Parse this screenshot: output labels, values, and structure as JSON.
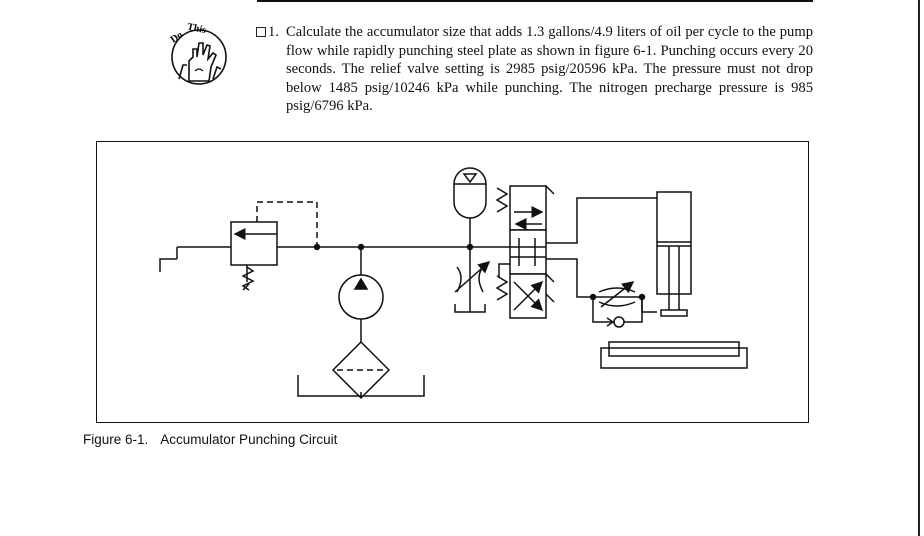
{
  "task": {
    "number": "1.",
    "text": "Calculate the accumulator size that adds 1.3 gallons/4.9 liters of oil per cycle to the pump flow while rapidly punching steel plate as shown in figure 6-1. Punching occurs every 20 seconds. The relief valve setting is 2985 psig/20596 kPa. The pressure must not drop below 1485 psig/10246 kPa while punching. The nitrogen precharge pressure is 985 psig/6796 kPa."
  },
  "icon": {
    "name": "do-this-hand-icon",
    "lettering": "Do This"
  },
  "figure": {
    "caption_number": "Figure 6-1.",
    "caption_title": "Accumulator Punching Circuit"
  }
}
